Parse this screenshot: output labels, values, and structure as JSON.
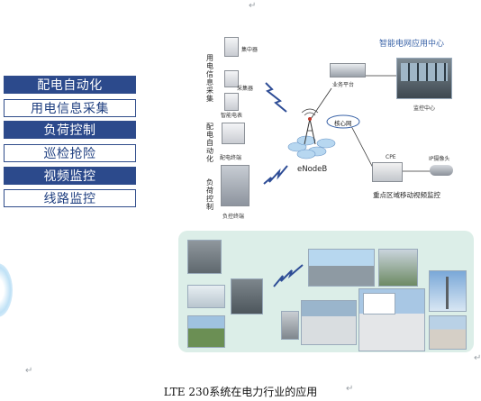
{
  "categories": [
    {
      "label": "配电自动化",
      "style": "dark"
    },
    {
      "label": "用电信息采集",
      "style": "light"
    },
    {
      "label": "负荷控制",
      "style": "dark"
    },
    {
      "label": "巡检抢险",
      "style": "light"
    },
    {
      "label": "视频监控",
      "style": "dark"
    },
    {
      "label": "线路监控",
      "style": "light"
    }
  ],
  "diagram": {
    "center_title": "智能电网应用中心",
    "groups": {
      "collection": "用电信息采集",
      "distribution": "配电自动化",
      "load": "负荷控制"
    },
    "devices": {
      "concentrator": "集中器",
      "collector": "采集器",
      "smart_meter": "智能电表",
      "dist_terminal": "配电终端",
      "load_terminal": "负控终端"
    },
    "nodes": {
      "service_platform": "业务平台",
      "monitor_center": "监控中心",
      "core_network": "核心网",
      "enodeb": "eNodeB",
      "cpe": "CPE",
      "ip_camera": "IP摄像头",
      "video_monitor": "重点区域移动视频监控"
    }
  },
  "caption": "LTE 230系统在电力行业的应用",
  "marks": {
    "return": "↵"
  },
  "colors": {
    "accent_dark": "#2c4a8c",
    "accent_text": "#1f3f80",
    "panel": "#dceee8",
    "title": "#3b64a8"
  }
}
